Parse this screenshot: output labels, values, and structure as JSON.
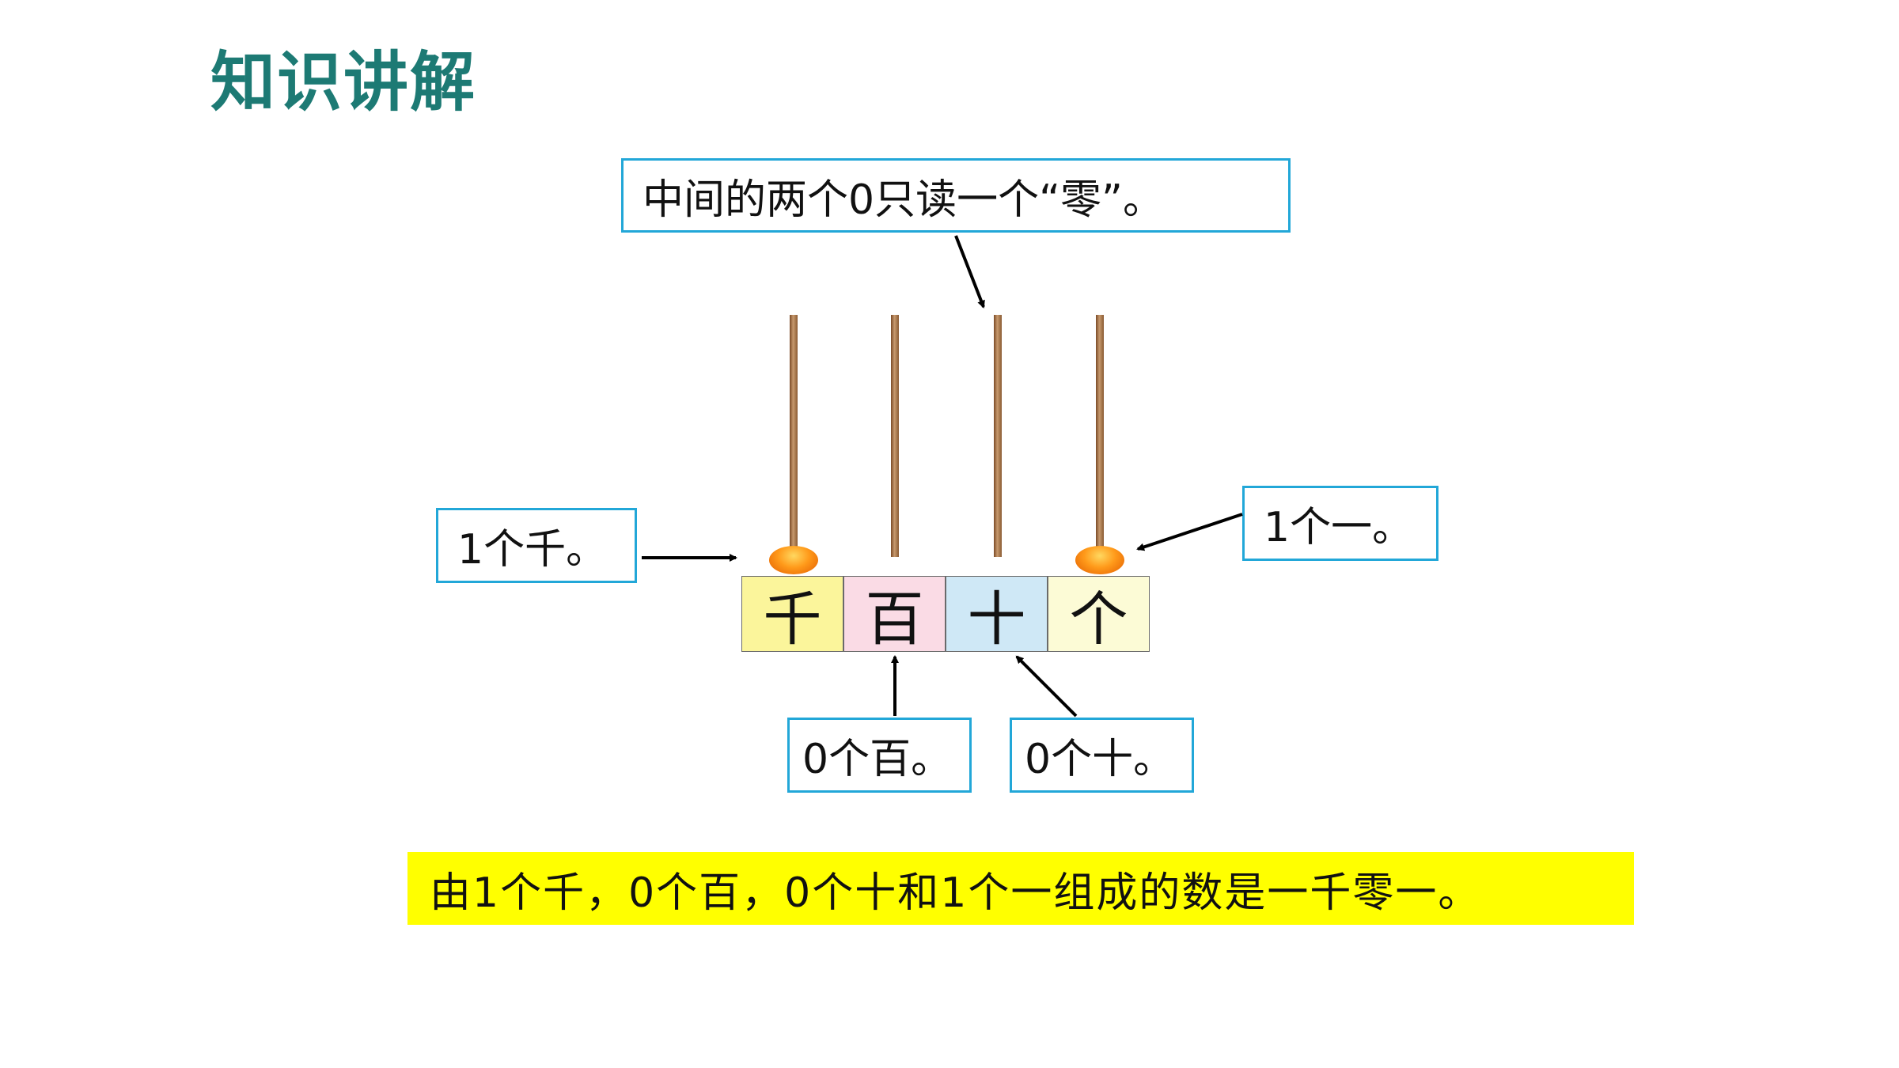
{
  "title": "知识讲解",
  "callouts": {
    "top": "中间的两个0只读一个“零”。",
    "thousand": "1个千。",
    "one": "1个一。",
    "hundred": "0个百。",
    "ten": "0个十。"
  },
  "place_labels": [
    "千",
    "百",
    "十",
    "个"
  ],
  "place_colors": [
    "#fbf59b",
    "#fadbe5",
    "#cfe8f6",
    "#fcfbd6"
  ],
  "beads": [
    "bead",
    "",
    "",
    "bead"
  ],
  "summary": "由1个千，0个百，0个十和1个一组成的数是一千零一。"
}
